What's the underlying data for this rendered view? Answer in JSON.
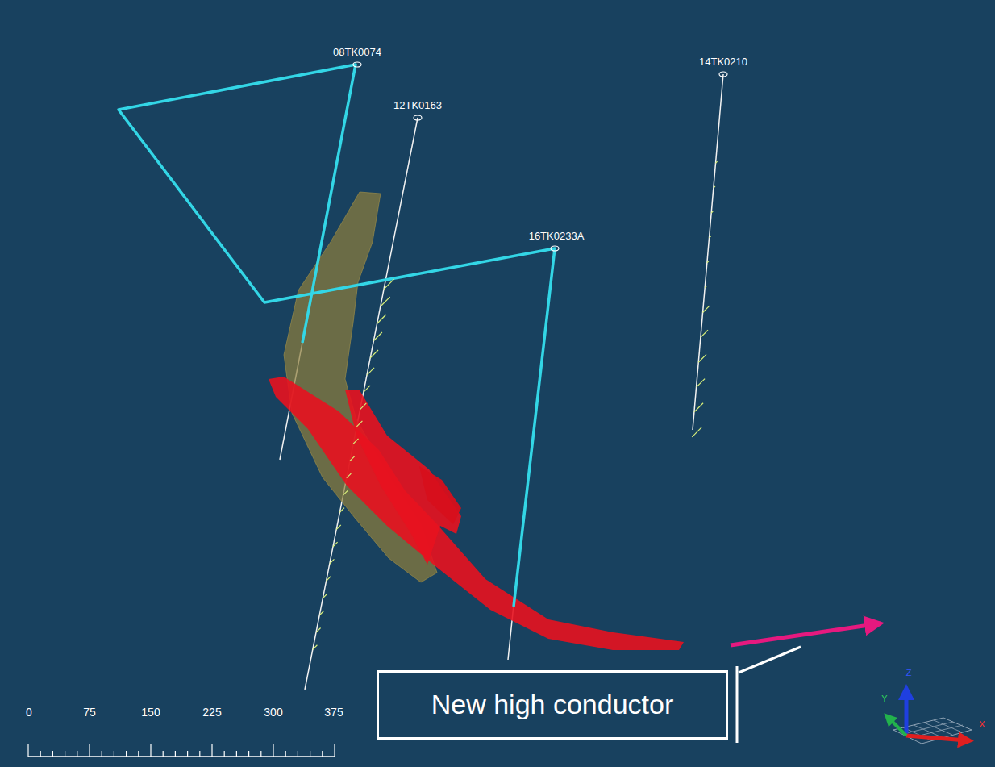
{
  "diagram": {
    "nodes": [
      {
        "text": [
          "New high conductor"
        ]
      }
    ],
    "labels": [
      "08TK0074",
      "12TK0163",
      "16TK0233A",
      "14TK0210",
      "0",
      "75",
      "150",
      "225",
      "300",
      "375",
      "Z",
      "Y",
      "X"
    ]
  }
}
